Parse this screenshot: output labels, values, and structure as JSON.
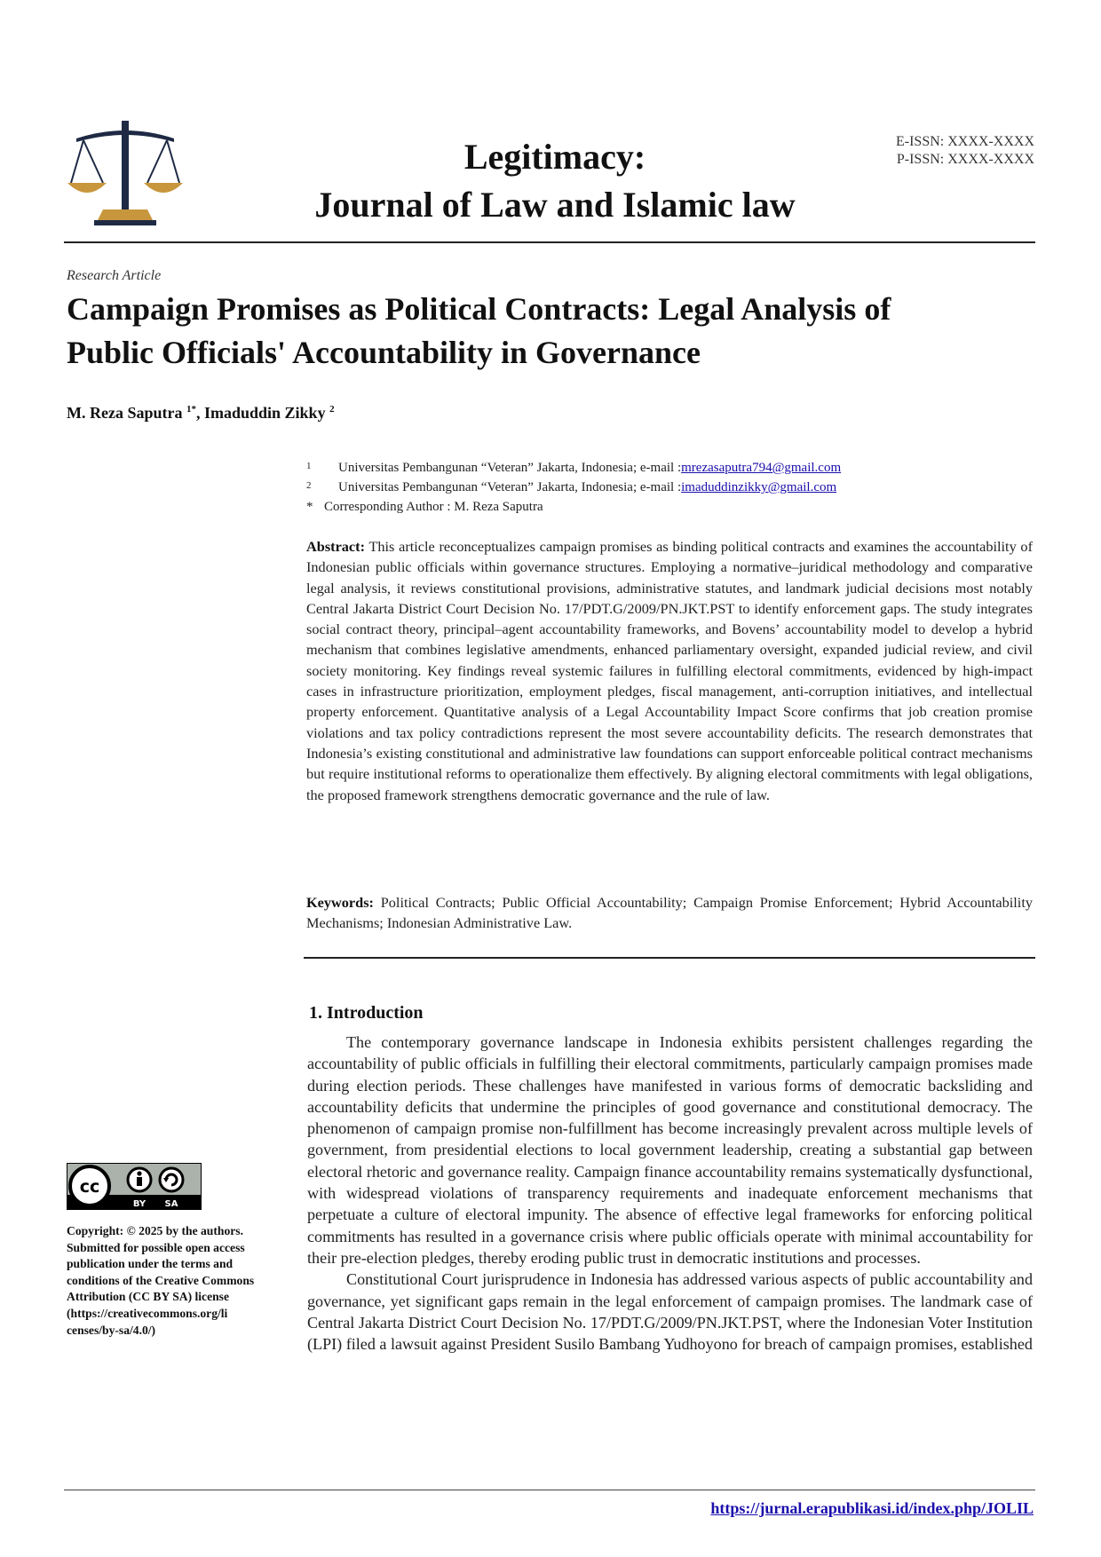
{
  "header": {
    "journal_title_line1": "Legitimacy:",
    "journal_title_line2": "Journal of Law and Islamic law",
    "eissn": "E-ISSN: XXXX-XXXX",
    "pissn": "P-ISSN: XXXX-XXXX",
    "logo_icon": "scales-of-justice-crescent-icon",
    "logo_colors": {
      "gold": "#C8963C",
      "navy": "#1E2A44"
    }
  },
  "article": {
    "type": "Research Article",
    "title_line1": "Campaign Promises as Political Contracts: Legal Analysis of",
    "title_line2": "Public Officials' Accountability in Governance",
    "authors": {
      "author1": "M. Reza Saputra",
      "author1_sup": "1*",
      "separator": ",",
      "author2": "Imaduddin Zikky",
      "author2_sup": "2"
    },
    "affiliations": [
      {
        "num": "1",
        "text": "Universitas Pembangunan “Veteran” Jakarta, Indonesia; e-mail : ",
        "email": "mrezasaputra794@gmail.com"
      },
      {
        "num": "2",
        "text": "Universitas Pembangunan “Veteran” Jakarta, Indonesia; e-mail : ",
        "email": "imaduddinzikky@gmail.com"
      }
    ],
    "corresponding": {
      "mark": "*",
      "text": "Corresponding Author : M. Reza Saputra"
    }
  },
  "abstract": {
    "label": "Abstract:",
    "text": "This article reconceptualizes campaign promises as binding political contracts and examines the accountability of Indonesian public officials within governance structures. Employing a normative–juridical methodology and comparative legal analysis, it reviews constitutional provisions, administrative statutes, and landmark judicial decisions most notably Central Jakarta District Court Decision No. 17/PDT.G/2009/PN.JKT.PST to identify enforcement gaps. The study integrates social contract theory, principal–agent accountability frameworks, and Bovens’ accountability model to develop a hybrid mechanism that combines legislative amendments, enhanced parliamentary oversight, expanded judicial review, and civil society monitoring. Key findings reveal systemic failures in fulfilling electoral commitments, evidenced by high-impact cases in infrastructure prioritization, employment pledges, fiscal management, anti-corruption initiatives, and intellectual property enforcement. Quantitative analysis of a Legal Accountability Impact Score confirms that job creation promise violations and tax policy contradictions represent the most severe accountability deficits. The research demonstrates that Indonesia’s existing constitutional and administrative law foundations can support enforceable political contract mechanisms but require institutional reforms to operationalize them effectively. By aligning electoral commitments with legal obligations, the proposed framework strengthens democratic governance and the rule of law."
  },
  "keywords": {
    "label": "Keywords:",
    "text": "Political Contracts; Public Official Accountability; Campaign Promise Enforcement; Hybrid Accountability Mechanisms; Indonesian Administrative Law."
  },
  "introduction": {
    "heading": "1. Introduction",
    "paragraphs": [
      "The contemporary governance landscape in Indonesia exhibits persistent challenges regarding the accountability of public officials in fulfilling their electoral commitments, particularly campaign promises made during election periods. These challenges have manifested in various forms of democratic backsliding and accountability deficits that undermine the principles of good governance and constitutional democracy. The phenomenon of campaign promise non-fulfillment has become increasingly prevalent across multiple levels of government, from presidential elections to local government leadership, creating a substantial gap between electoral rhetoric and governance reality. Campaign finance accountability remains systematically dysfunctional, with widespread violations of transparency requirements and inadequate enforcement mechanisms that perpetuate a culture of electoral impunity. The absence of effective legal frameworks for enforcing political commitments has resulted in a governance crisis where public officials operate with minimal accountability for their pre-election pledges, thereby eroding public trust in democratic institutions and processes.",
      "Constitutional Court jurisprudence in Indonesia has addressed various aspects of public accountability and governance, yet significant gaps remain in the legal enforcement of campaign promises. The landmark case of Central Jakarta District Court Decision No. 17/PDT.G/2009/PN.JKT.PST, where the Indonesian Voter Institution (LPI) filed a lawsuit against President Susilo Bambang Yudhoyono for breach of campaign promises, established"
    ]
  },
  "license": {
    "badge_text_by": "BY",
    "badge_text_sa": "SA",
    "badge_icon": "creative-commons-by-sa-icon",
    "copyright": "Copyright: © 2025 by the authors. Submitted for possible open access publication under the terms and conditions of the Creative Commons Attribution (CC BY SA) license (https://creativecommons.org/li censes/by-sa/4.0/)"
  },
  "footer": {
    "url": "https://jurnal.erapublikasi.id/index.php/JOLIL"
  }
}
